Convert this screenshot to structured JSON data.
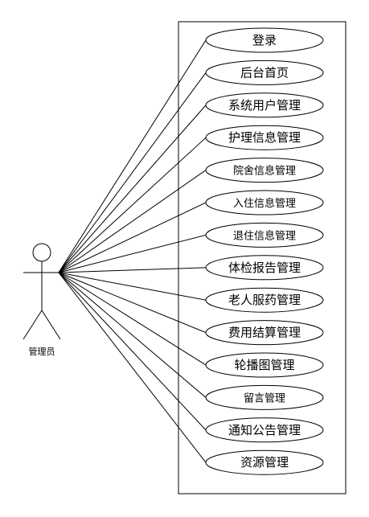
{
  "diagram": {
    "actor": {
      "label": "管理员"
    },
    "use_cases": [
      {
        "label": "登录"
      },
      {
        "label": "后台首页"
      },
      {
        "label": "系统用户管理"
      },
      {
        "label": "护理信息管理"
      },
      {
        "label": "院舍信息管理"
      },
      {
        "label": "入住信息管理"
      },
      {
        "label": "退住信息管理"
      },
      {
        "label": "体检报告管理"
      },
      {
        "label": "老人服药管理"
      },
      {
        "label": "费用结算管理"
      },
      {
        "label": "轮播图管理"
      },
      {
        "label": "留言管理"
      },
      {
        "label": "通知公告管理"
      },
      {
        "label": "资源管理"
      }
    ]
  }
}
